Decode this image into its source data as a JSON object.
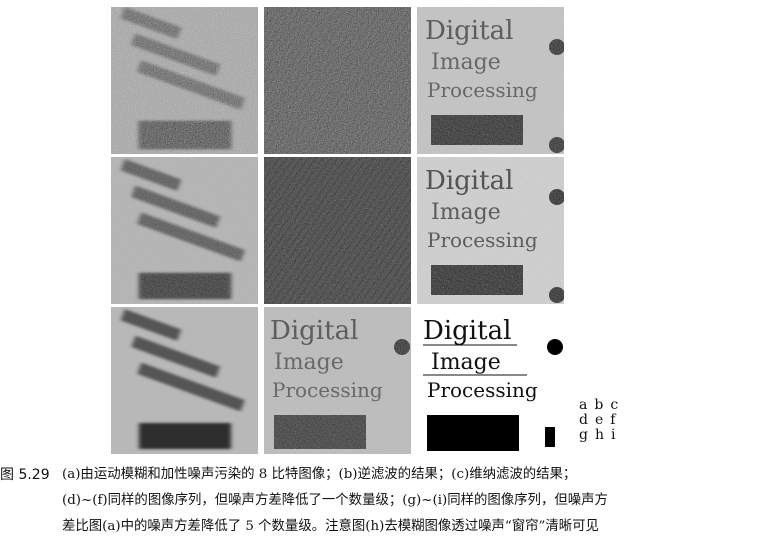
{
  "figure": {
    "number": "图 5.29",
    "panel_letters": [
      [
        "a",
        "b",
        "c"
      ],
      [
        "d",
        "e",
        "f"
      ],
      [
        "g",
        "h",
        "i"
      ]
    ],
    "panel_text": {
      "line1": "Digital",
      "line2": "Image",
      "line3": "Processing"
    },
    "caption_lines": [
      "(a)由运动模糊和加性噪声污染的 8 比特图像；(b)逆滤波的结果；(c)维纳滤波的结果；",
      "(d)~(f)同样的图像序列，但噪声方差降低了一个数量级；(g)~(i)同样的图像序列，但噪声方",
      "差比图(a)中的噪声方差降低了 5 个数量级。注意图(h)去模糊图像透过噪声“窗帘”清晰可见"
    ]
  }
}
